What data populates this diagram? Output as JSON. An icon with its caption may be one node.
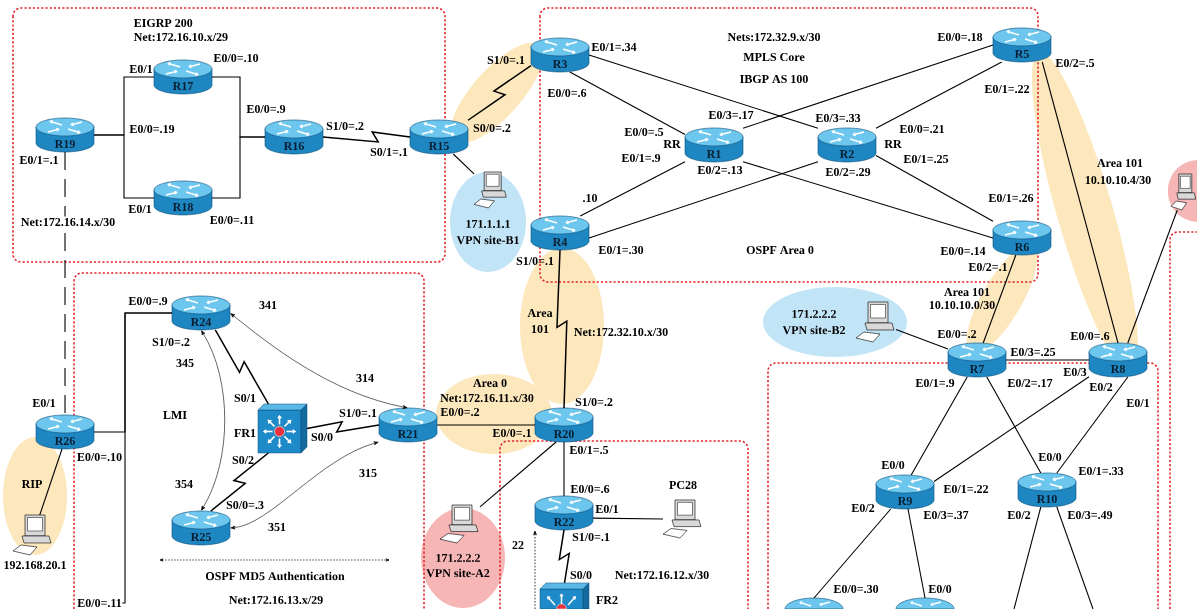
{
  "diagram": {
    "nodes": [
      {
        "text": [
          "EIGRP 200",
          "Net:172.16.10.x/29"
        ]
      },
      {
        "text": [
          "R17"
        ],
        "in": 0,
        "beside": [
          "E0/0=.10",
          "E0/1"
        ]
      },
      {
        "text": [
          "R19"
        ],
        "in": 0,
        "beside": [
          "E0/0=.19",
          "E0/1=.1"
        ]
      },
      {
        "text": [
          "R16"
        ],
        "in": 0,
        "beside": [
          "E0/0=.9",
          "S1/0=.2"
        ]
      },
      {
        "text": [
          "R18"
        ],
        "in": 0,
        "beside": [
          "E0/1",
          "E0/0=.11"
        ]
      },
      {
        "text": [
          "R15"
        ],
        "beside": [
          "S0/0=.2",
          "S0/1=.1"
        ]
      },
      {
        "text": [
          "Nets:172.32.9.x/30",
          "MPLS Core",
          "IBGP AS 100",
          "OSPF Area 0"
        ]
      },
      {
        "text": [
          "R3"
        ],
        "beside": [
          "E0/1=.34",
          "S1/0=.1",
          "E0/0=.6"
        ]
      },
      {
        "text": [
          "R5"
        ],
        "beside": [
          "E0/0=.18",
          "E0/2=.5",
          "E0/1=.22"
        ]
      },
      {
        "text": [
          "R1"
        ],
        "in": 6,
        "beside": [
          "E0/3=.17",
          "E0/0=.5",
          "RR",
          "E0/1=.9",
          "E0/2=.13"
        ]
      },
      {
        "text": [
          "R2"
        ],
        "in": 6,
        "beside": [
          "E0/3=.33",
          "E0/0=.21",
          "RR",
          "E0/1=.25",
          "E0/2=.29"
        ]
      },
      {
        "text": [
          "171.1.1.1",
          "VPN site-B1"
        ]
      },
      {
        "text": [],
        "shape": "picture",
        "in": 11
      },
      {
        "text": [
          "R4"
        ],
        "beside": [
          ".10",
          "E0/1=.30",
          "S1/0=.1"
        ]
      },
      {
        "text": [
          "R6"
        ],
        "beside": [
          "E0/1=.26",
          "E0/0=.14",
          "E0/2=.1"
        ]
      },
      {
        "text": [],
        "shape": "ellipse"
      },
      {
        "text": [],
        "shape": "picture",
        "in": 15
      },
      {
        "text": [
          "OSPF MD5 Authentication",
          "Net:172.16.13.x/29"
        ]
      },
      {
        "text": [
          "R24"
        ],
        "in": 17,
        "beside": [
          "E0/0=.9",
          "S1/0=.2"
        ]
      },
      {
        "text": [
          "171.2.2.2",
          "VPN site-B2"
        ]
      },
      {
        "text": [],
        "shape": "picture",
        "in": 19
      },
      {
        "text": [
          "R7"
        ],
        "beside": [
          "E0/0=.2",
          "E0/3=.25",
          "E0/1=.9",
          "E0/2=.17"
        ]
      },
      {
        "text": [
          "R8"
        ],
        "beside": [
          "E0/0=.6",
          "E0/3",
          "E0/2",
          "E0/1"
        ]
      },
      {
        "text": [],
        "shape": "box"
      },
      {
        "text": [],
        "shape": "box"
      },
      {
        "text": [
          "R26"
        ],
        "beside": [
          "E0/1",
          "E0/0=.10"
        ]
      },
      {
        "text": [
          "FR1"
        ],
        "in": 17,
        "beside": [
          "S0/1",
          "S0/0",
          "S0/2"
        ]
      },
      {
        "text": [
          "R21"
        ],
        "beside": [
          "S1/0=.1",
          "E0/0=.2"
        ]
      },
      {
        "text": [
          "R20"
        ],
        "beside": [
          "S1/0=.2",
          "E0/0=.1",
          "E0/1=.5"
        ]
      },
      {
        "text": [],
        "shape": "box"
      },
      {
        "text": [
          "R9"
        ],
        "in": 23,
        "beside": [
          "E0/0",
          "E0/1=.22",
          "E0/2",
          "E0/3=.37"
        ]
      },
      {
        "text": [
          "R10"
        ],
        "in": 23,
        "beside": [
          "E0/0",
          "E0/1=.33",
          "E0/2",
          "E0/3=.49"
        ]
      },
      {
        "text": [
          "192.168.20.1"
        ]
      },
      {
        "text": [
          "R22"
        ],
        "in": 29,
        "beside": [
          "E0/0=.6",
          "E0/1",
          "S1/0=.1"
        ]
      },
      {
        "text": [
          "PC28"
        ],
        "in": 29
      },
      {
        "text": [
          "R25"
        ],
        "in": 17,
        "beside": [
          "S0/0=.3"
        ]
      },
      {
        "text": [
          "171.2.2.2",
          "VPN site-A2"
        ]
      },
      {
        "text": [],
        "shape": "picture",
        "in": 36
      },
      {
        "text": [
          "FR2"
        ],
        "in": 29,
        "beside": [
          "S0/0"
        ]
      },
      {
        "text": [],
        "shape": "cylinder",
        "in": 23,
        "beside": [
          "E0/0=.30"
        ]
      },
      {
        "text": [],
        "shape": "cylinder",
        "in": 23,
        "beside": [
          "E0/0"
        ]
      },
      {
        "text": [
          "E0/0=.11"
        ],
        "in": 17
      }
    ],
    "edges": [
      {
        "from": 2,
        "to": 1,
        "arrow": "none"
      },
      {
        "from": 2,
        "to": 4,
        "arrow": "none"
      },
      {
        "from": 1,
        "to": 3,
        "arrow": "none"
      },
      {
        "from": 4,
        "to": 3,
        "arrow": "none"
      },
      {
        "from": 3,
        "to": 5,
        "arrow": "none"
      },
      {
        "from": 5,
        "to": 7,
        "arrow": "none"
      },
      {
        "from": 5,
        "to": 12,
        "arrow": "none"
      },
      {
        "from": 2,
        "to": 25,
        "arrow": "none",
        "label": "Net:172.16.14.x/30",
        "style": "dashed"
      },
      {
        "from": 7,
        "to": 9,
        "arrow": "none"
      },
      {
        "from": 7,
        "to": 10,
        "arrow": "none"
      },
      {
        "from": 9,
        "to": 8,
        "arrow": "none"
      },
      {
        "from": 10,
        "to": 8,
        "arrow": "none"
      },
      {
        "from": 9,
        "to": 14,
        "arrow": "none"
      },
      {
        "from": 10,
        "to": 14,
        "arrow": "none"
      },
      {
        "from": 13,
        "to": 9,
        "arrow": "none"
      },
      {
        "from": 13,
        "to": 10,
        "arrow": "none"
      },
      {
        "from": 8,
        "to": 22,
        "arrow": "none"
      },
      {
        "from": 14,
        "to": 21,
        "arrow": "none"
      },
      {
        "from": 22,
        "to": 16,
        "arrow": "none"
      },
      {
        "from": 13,
        "to": 28,
        "arrow": "none",
        "label": "Net:172.32.10.x/30"
      },
      {
        "from": 20,
        "to": 21,
        "arrow": "none"
      },
      {
        "from": 21,
        "to": 22,
        "arrow": "none"
      },
      {
        "from": 21,
        "to": 30,
        "arrow": "none"
      },
      {
        "from": 21,
        "to": 31,
        "arrow": "none"
      },
      {
        "from": 22,
        "to": 30,
        "arrow": "none"
      },
      {
        "from": 22,
        "to": 31,
        "arrow": "none"
      },
      {
        "from": 25,
        "to": 18,
        "arrow": "none"
      },
      {
        "from": 18,
        "to": 41,
        "arrow": "none"
      },
      {
        "from": 18,
        "to": 26,
        "arrow": "none"
      },
      {
        "from": 26,
        "to": 27,
        "arrow": "none"
      },
      {
        "from": 26,
        "to": 35,
        "arrow": "none"
      },
      {
        "from": 18,
        "to": 27,
        "arrow": "both"
      },
      {
        "from": 18,
        "to": 35,
        "arrow": "both"
      },
      {
        "from": 35,
        "to": 27,
        "arrow": "both"
      },
      {
        "from": 25,
        "to": 32,
        "arrow": "none"
      },
      {
        "from": 27,
        "to": 28,
        "arrow": "none"
      },
      {
        "from": 28,
        "to": 37,
        "arrow": "none"
      },
      {
        "from": 28,
        "to": 33,
        "arrow": "none"
      },
      {
        "from": 33,
        "to": 34,
        "arrow": "none"
      },
      {
        "from": 33,
        "to": 38,
        "arrow": "none"
      },
      {
        "from": null,
        "to": 33,
        "arrow": "to",
        "style": "dashed"
      },
      {
        "from": 30,
        "to": 39,
        "arrow": "none"
      },
      {
        "from": 30,
        "to": 40,
        "arrow": "none"
      },
      {
        "from": 31,
        "to": null,
        "arrow": "none"
      },
      {
        "from": 31,
        "to": null,
        "arrow": "none"
      }
    ],
    "labels": [
      "Area 101",
      "10.10.10.4/30",
      "Area 101",
      "341",
      "10.10.10.0/30",
      "Area 101",
      "345",
      "314",
      "Area 0",
      "Net:172.16.11.x/30",
      "LMI",
      "315",
      "RIP",
      "354",
      "351",
      "22",
      "Net:172.16.12.x/30"
    ]
  }
}
